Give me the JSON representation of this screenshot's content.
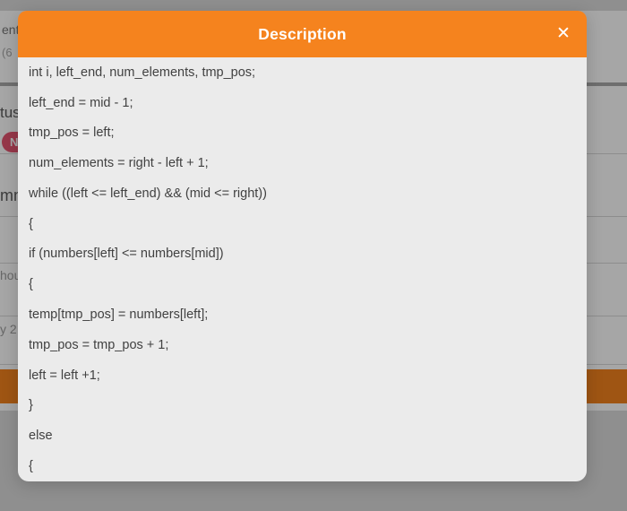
{
  "colors": {
    "header_orange": "#F5831E",
    "modal_body_gray": "#EBEBEB",
    "badge_red": "#E65570",
    "button_orange": "#F5831E",
    "code_text": "#414141"
  },
  "modal": {
    "title": "Description",
    "close_label": "✕",
    "code_lines": [
      "int i, left_end, num_elements, tmp_pos;",
      "left_end = mid - 1;",
      "tmp_pos = left;",
      "num_elements = right - left + 1;",
      "while ((left <= left_end) && (mid <= right))",
      "{",
      "if (numbers[left] <= numbers[mid])",
      "{",
      "temp[tmp_pos] = numbers[left];",
      "tmp_pos = tmp_pos + 1;",
      "left = left +1;",
      "}",
      "else",
      "{"
    ]
  },
  "background": {
    "fragment_title": "ent",
    "fragment_count": "(6",
    "fragment_status_label": "tus",
    "status_badge": "N",
    "fragment_section_heading": "mm",
    "fragment_meta_1": "hou",
    "fragment_meta_2": "y 2"
  }
}
